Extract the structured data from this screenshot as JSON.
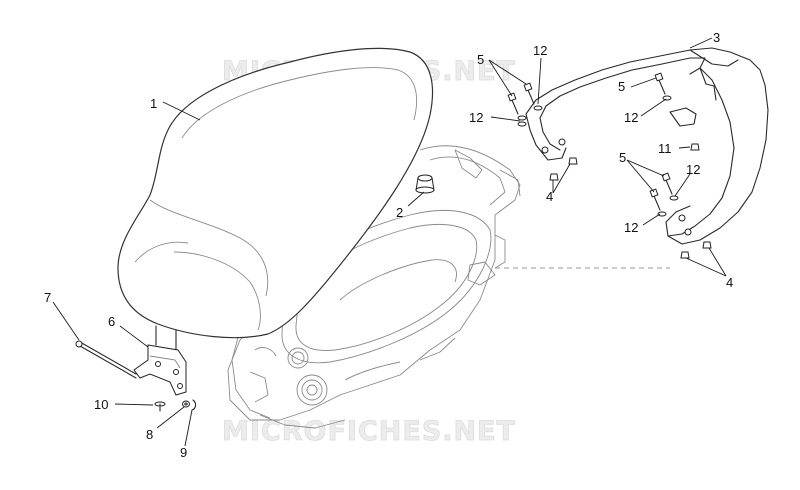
{
  "watermark": {
    "top": "MICROFICHES.NET",
    "bottom": "MICROFICHES.NET"
  },
  "callouts": {
    "c1": "1",
    "c2": "2",
    "c3": "3",
    "c4a": "4",
    "c4b": "4",
    "c5a": "5",
    "c5b": "5",
    "c5c": "5",
    "c6": "6",
    "c7": "7",
    "c8": "8",
    "c9": "9",
    "c10": "10",
    "c11": "11",
    "c12a": "12",
    "c12b": "12",
    "c12c": "12",
    "c12d": "12",
    "c12e": "12"
  }
}
